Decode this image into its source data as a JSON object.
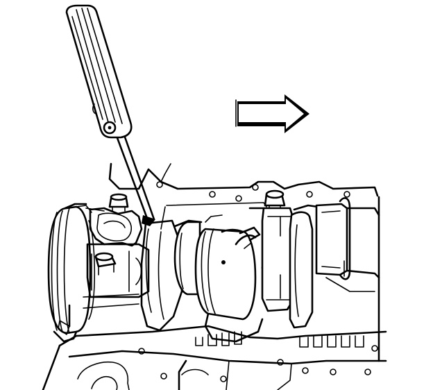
{
  "illustration": {
    "tool": "pry-bar",
    "direction_arrow": "right",
    "parts": [
      "crankshaft",
      "main-bearing-cap",
      "cap-bolt",
      "thrust-bearing",
      "crankcase",
      "damper-pulley"
    ]
  },
  "colors": {
    "ink": "#000000",
    "paper": "#ffffff"
  }
}
